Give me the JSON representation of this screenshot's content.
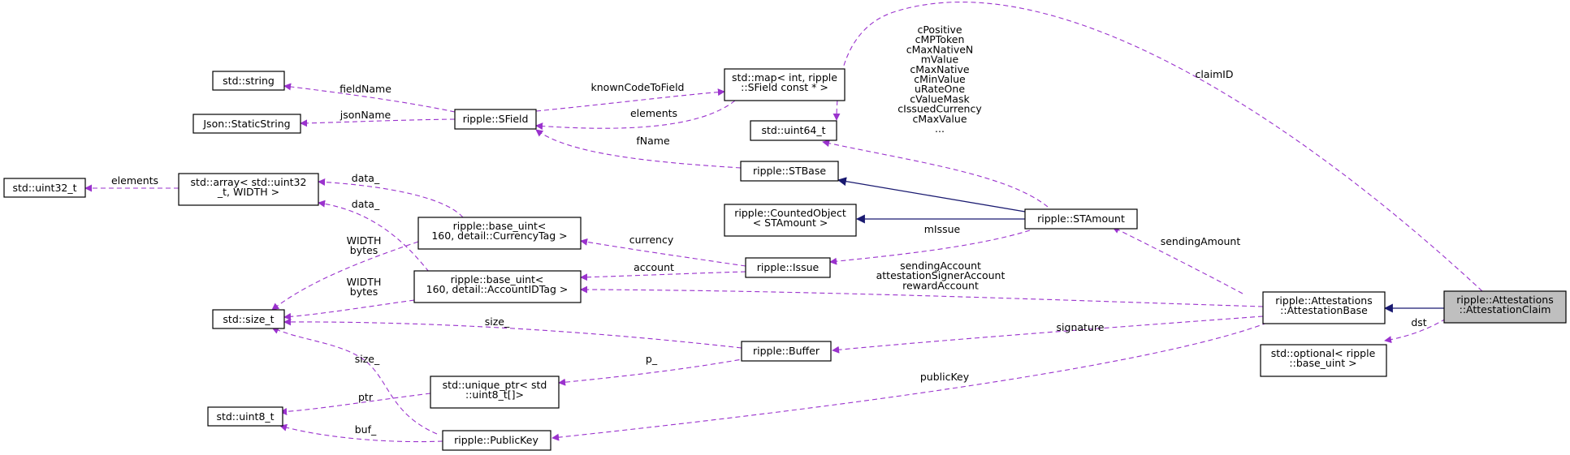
{
  "nodes": {
    "std_string": [
      "std::string"
    ],
    "json_static": [
      "Json::StaticString"
    ],
    "uint32": [
      "std::uint32_t"
    ],
    "std_array": [
      "std::array< std::uint32",
      "_t, WIDTH >"
    ],
    "size_t": [
      "std::size_t"
    ],
    "uint8": [
      "std::uint8_t"
    ],
    "sfield": [
      "ripple::SField"
    ],
    "std_map": [
      "std::map< int, ripple",
      "::SField const * >"
    ],
    "uint64": [
      "std::uint64_t"
    ],
    "stbase": [
      "ripple::STBase"
    ],
    "counted": [
      "ripple::CountedObject",
      "< STAmount >"
    ],
    "base_uint_cur": [
      "ripple::base_uint<",
      "160, detail::CurrencyTag >"
    ],
    "base_uint_acc": [
      "ripple::base_uint<",
      "160, detail::AccountIDTag >"
    ],
    "issue": [
      "ripple::Issue"
    ],
    "buffer": [
      "ripple::Buffer"
    ],
    "unique_ptr": [
      "std::unique_ptr< std",
      "::uint8_t[]>"
    ],
    "publickey": [
      "ripple::PublicKey"
    ],
    "stamount": [
      "ripple::STAmount"
    ],
    "att_base": [
      "ripple::Attestations",
      "::AttestationBase"
    ],
    "optional": [
      "std::optional< ripple",
      "::base_uint >"
    ],
    "att_claim": [
      "ripple::Attestations",
      "::AttestationClaim"
    ]
  },
  "edges": {
    "fieldName": [
      "fieldName"
    ],
    "jsonName": [
      "jsonName"
    ],
    "knownCodeToField": [
      "knownCodeToField"
    ],
    "elements_map": [
      "elements"
    ],
    "fName": [
      "fName"
    ],
    "elements_arr": [
      "elements"
    ],
    "data_cur": [
      "data_"
    ],
    "data_acc": [
      "data_"
    ],
    "width_cur": [
      "WIDTH",
      "bytes"
    ],
    "width_acc": [
      "WIDTH",
      "bytes"
    ],
    "currency": [
      "currency"
    ],
    "account": [
      "account"
    ],
    "mIssue": [
      "mIssue"
    ],
    "size_buffer": [
      "size_"
    ],
    "size_pk": [
      "size_"
    ],
    "p_": [
      "p_"
    ],
    "ptr": [
      "ptr"
    ],
    "buf_": [
      "buf_"
    ],
    "consts": [
      "cPositive",
      "cMPToken",
      "cMaxNativeN",
      "mValue",
      "cMaxNative",
      "cMinValue",
      "uRateOne",
      "cValueMask",
      "cIssuedCurrency",
      "cMaxValue",
      "..."
    ],
    "claimID": [
      "claimID"
    ],
    "sendingAmount": [
      "sendingAmount"
    ],
    "accounts": [
      "sendingAccount",
      "attestationSignerAccount",
      "rewardAccount"
    ],
    "signature": [
      "signature"
    ],
    "publicKey": [
      "publicKey"
    ],
    "dst": [
      "dst"
    ]
  },
  "colors": {
    "dependency_edge": "#9a32cd",
    "inheritance_edge": "#191970",
    "highlight_node": "#bfbfbf"
  }
}
